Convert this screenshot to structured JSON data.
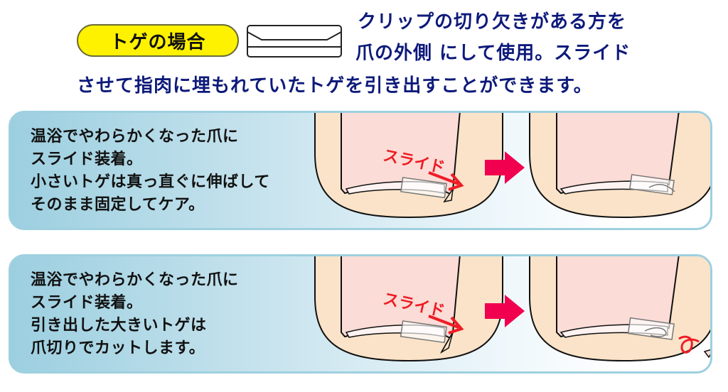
{
  "header": {
    "badge_label": "トゲの場合",
    "intro_lines": [
      "クリップの切り欠きがある方を",
      "爪の外側 にして使用。スライド",
      "させて指肉に埋もれていたトゲを引き出すことができます。"
    ]
  },
  "panels": [
    {
      "text_lines": [
        "温浴でやわらかくなった爪に",
        "スライド装着。",
        "小さいトゲは真っ直ぐに伸ばして",
        "そのまま固定してケア。"
      ],
      "slide_label": "スライド"
    },
    {
      "text_lines": [
        "温浴でやわらかくなった爪に",
        "スライド装着。",
        "引き出した大きいトゲは",
        "爪切りでカットします。"
      ],
      "slide_label": "スライド"
    }
  ],
  "colors": {
    "badge_fill": "#fff200",
    "intro_text": "#0d1a7a",
    "arrow": "#f0004e",
    "slide_text": "#ee1c25",
    "panel_border": "#9ed0df",
    "skin": "#fae3c8",
    "nail": "#fbdcd6"
  },
  "icons": {
    "clip": "clip-diagram-icon",
    "step_arrow": "arrow-right-icon",
    "slide_arrow": "slide-arrow-icon",
    "cut_spine": "cut-spine-icon"
  }
}
